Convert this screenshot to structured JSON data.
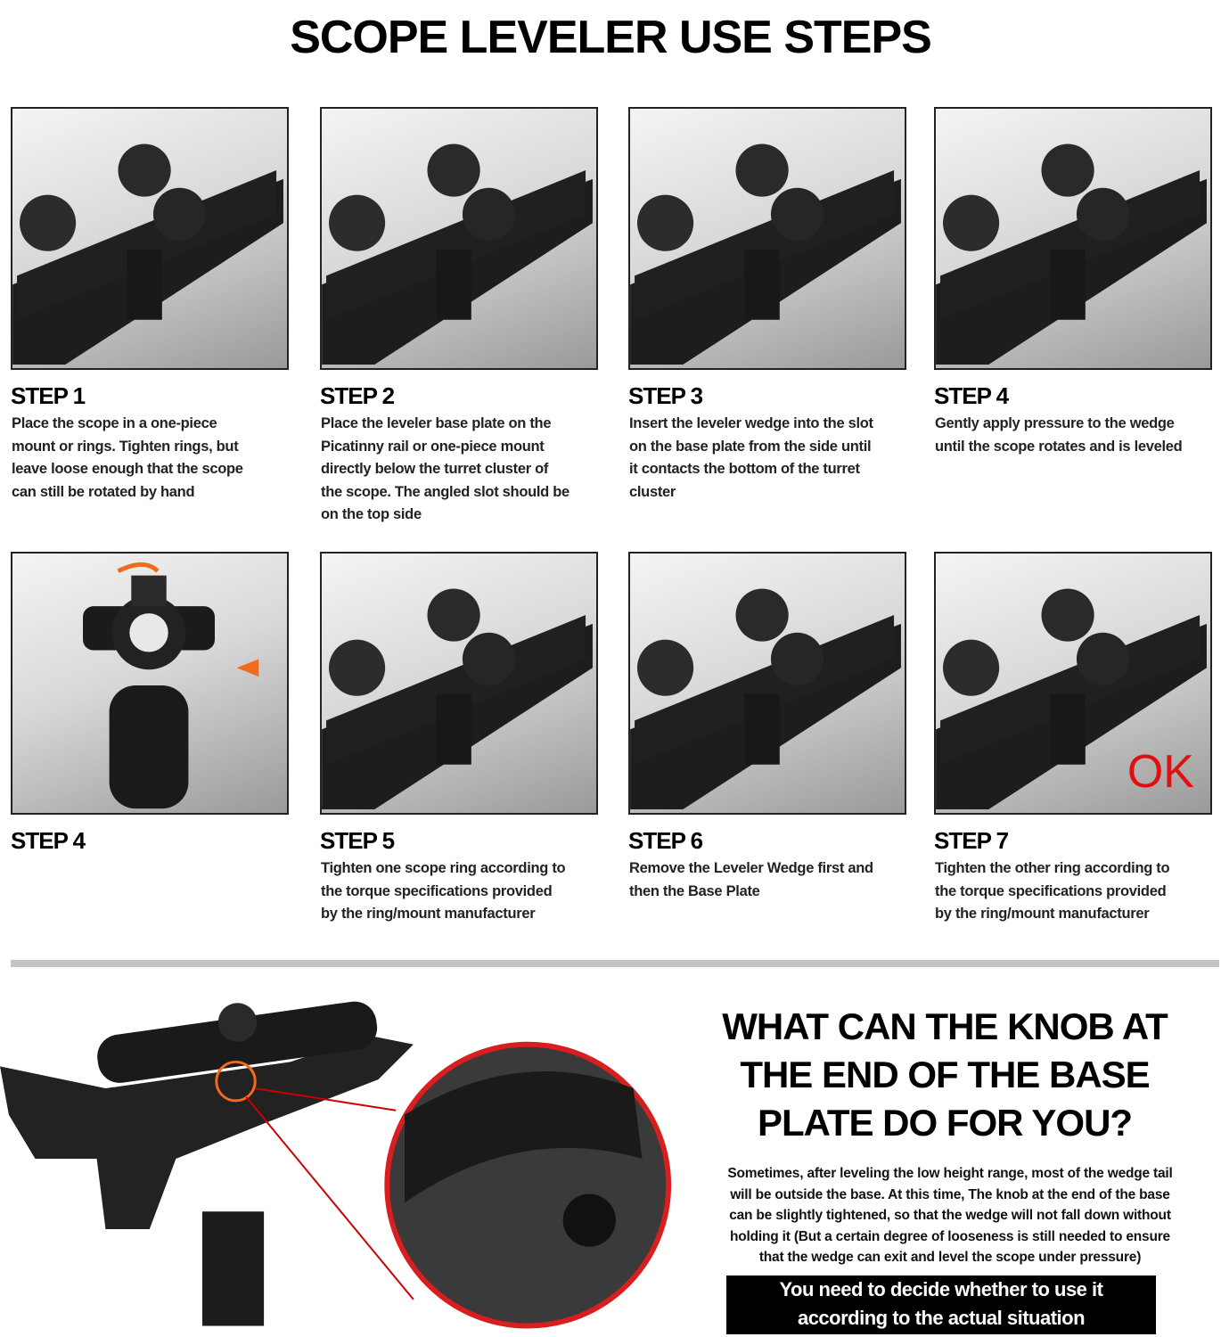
{
  "title": "SCOPE LEVELER USE  STEPS",
  "steps": [
    {
      "label": "STEP 1",
      "lines": [
        "Place the scope in a one-piece",
        "mount or rings. Tighten rings, but",
        "leave loose enough that the scope",
        "can still be rotated by hand"
      ]
    },
    {
      "label": "STEP 2",
      "lines": [
        "Place the leveler base plate on the",
        "Picatinny rail or one-piece mount",
        "directly below the turret cluster of",
        "the scope. The angled slot should be",
        "on the top side"
      ]
    },
    {
      "label": "STEP 3",
      "lines": [
        "Insert the leveler wedge into the slot",
        "on the base plate from the side until",
        "it contacts the bottom of the turret",
        "cluster"
      ]
    },
    {
      "label": "STEP 4",
      "lines": [
        "Gently apply pressure to the wedge",
        "until the scope rotates and is leveled"
      ]
    },
    {
      "label": "STEP 4",
      "lines": []
    },
    {
      "label": "STEP 5",
      "lines": [
        "Tighten one scope ring according to",
        "the torque specifications provided",
        "by the ring/mount manufacturer"
      ]
    },
    {
      "label": "STEP 6",
      "lines": [
        "Remove the Leveler Wedge first and",
        "then the Base Plate"
      ]
    },
    {
      "label": "STEP 7",
      "lines": [
        "Tighten the other ring according to",
        "the torque specifications provided",
        "by the ring/mount manufacturer"
      ]
    }
  ],
  "ok_mark": "OK",
  "colors": {
    "accent_orange": "#f26a1b",
    "ok_red": "#e01010",
    "divider": "#c4c4c4"
  },
  "knob_section": {
    "heading_lines": [
      "WHAT CAN THE KNOB AT",
      "THE END OF THE BASE",
      "PLATE DO FOR YOU?"
    ],
    "text_lines": [
      "Sometimes, after leveling the low height range, most of the wedge tail",
      "will be outside the base. At this time,  The knob at the end of the base",
      "can be slightly tightened, so that the wedge will not fall down without",
      "holding it (But a certain degree of looseness is still needed to ensure",
      "that the wedge can exit and level the scope under pressure)"
    ],
    "note_lines": [
      "You need to decide whether to use it",
      "according to the actual situation"
    ]
  }
}
